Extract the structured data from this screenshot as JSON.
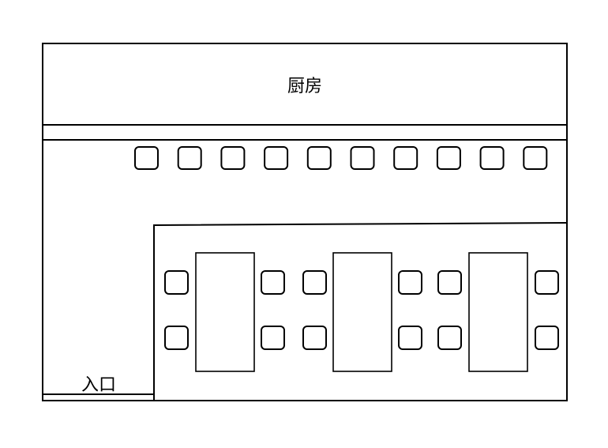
{
  "floor_plan": {
    "kitchen_label": "厨房",
    "entrance_label": "入口",
    "counter_stool_count": 10,
    "table_count": 3,
    "chairs_per_table": 4,
    "line_color": "#000000",
    "background_color": "#ffffff"
  }
}
